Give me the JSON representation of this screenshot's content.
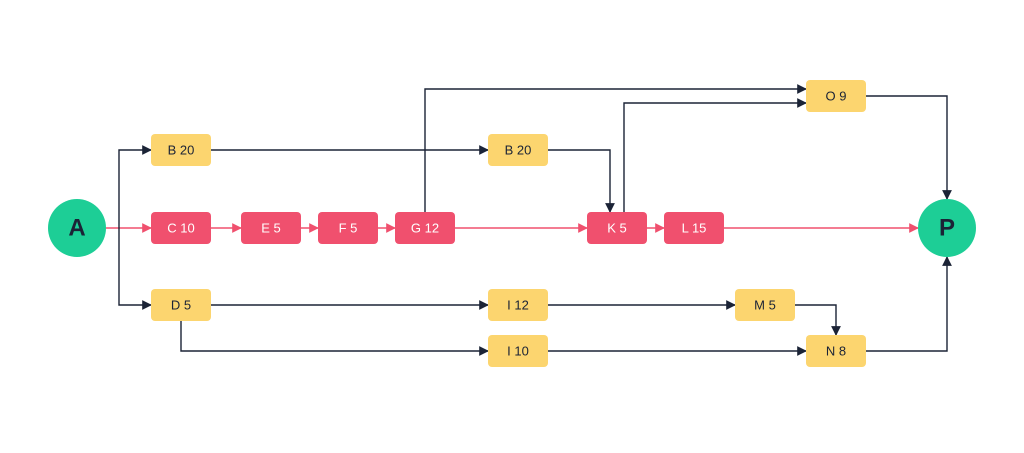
{
  "colors": {
    "critical": "#F0506E",
    "normal": "#FCD56F",
    "endpoint": "#1DCE96",
    "arrow": "#1B2336",
    "critical_arrow": "#F0506E",
    "node_text_dark": "#1B2336",
    "node_text_light": "#FFFFFF",
    "background": "#FFFFFF"
  },
  "diagram": {
    "type": "network-diagram",
    "start": {
      "id": "A",
      "label": "A"
    },
    "end": {
      "id": "P",
      "label": "P"
    },
    "nodes": [
      {
        "id": "B1",
        "label": "B 20",
        "critical": false
      },
      {
        "id": "C",
        "label": "C 10",
        "critical": true
      },
      {
        "id": "D",
        "label": "D 5",
        "critical": false
      },
      {
        "id": "E",
        "label": "E 5",
        "critical": true
      },
      {
        "id": "F",
        "label": "F 5",
        "critical": true
      },
      {
        "id": "G",
        "label": "G 12",
        "critical": true
      },
      {
        "id": "B2",
        "label": "B 20",
        "critical": false
      },
      {
        "id": "I12",
        "label": "I 12",
        "critical": false
      },
      {
        "id": "I10",
        "label": "I 10",
        "critical": false
      },
      {
        "id": "K",
        "label": "K 5",
        "critical": true
      },
      {
        "id": "L",
        "label": "L 15",
        "critical": true
      },
      {
        "id": "M",
        "label": "M 5",
        "critical": false
      },
      {
        "id": "O",
        "label": "O 9",
        "critical": false
      },
      {
        "id": "N",
        "label": "N 8",
        "critical": false
      }
    ],
    "edges": [
      {
        "from": "A",
        "to": "C",
        "critical": true
      },
      {
        "from": "A",
        "to": "B1",
        "critical": false
      },
      {
        "from": "A",
        "to": "D",
        "critical": false
      },
      {
        "from": "C",
        "to": "E",
        "critical": true
      },
      {
        "from": "E",
        "to": "F",
        "critical": true
      },
      {
        "from": "F",
        "to": "G",
        "critical": true
      },
      {
        "from": "G",
        "to": "K",
        "critical": true
      },
      {
        "from": "G",
        "to": "O",
        "critical": false
      },
      {
        "from": "B1",
        "to": "B2",
        "critical": false
      },
      {
        "from": "B2",
        "to": "K",
        "critical": false
      },
      {
        "from": "K",
        "to": "L",
        "critical": true
      },
      {
        "from": "K",
        "to": "O",
        "critical": false
      },
      {
        "from": "L",
        "to": "P",
        "critical": true
      },
      {
        "from": "O",
        "to": "P",
        "critical": false
      },
      {
        "from": "D",
        "to": "I12",
        "critical": false
      },
      {
        "from": "D",
        "to": "I10",
        "critical": false
      },
      {
        "from": "I12",
        "to": "M",
        "critical": false
      },
      {
        "from": "M",
        "to": "N",
        "critical": false
      },
      {
        "from": "I10",
        "to": "N",
        "critical": false
      },
      {
        "from": "N",
        "to": "P",
        "critical": false
      }
    ]
  }
}
